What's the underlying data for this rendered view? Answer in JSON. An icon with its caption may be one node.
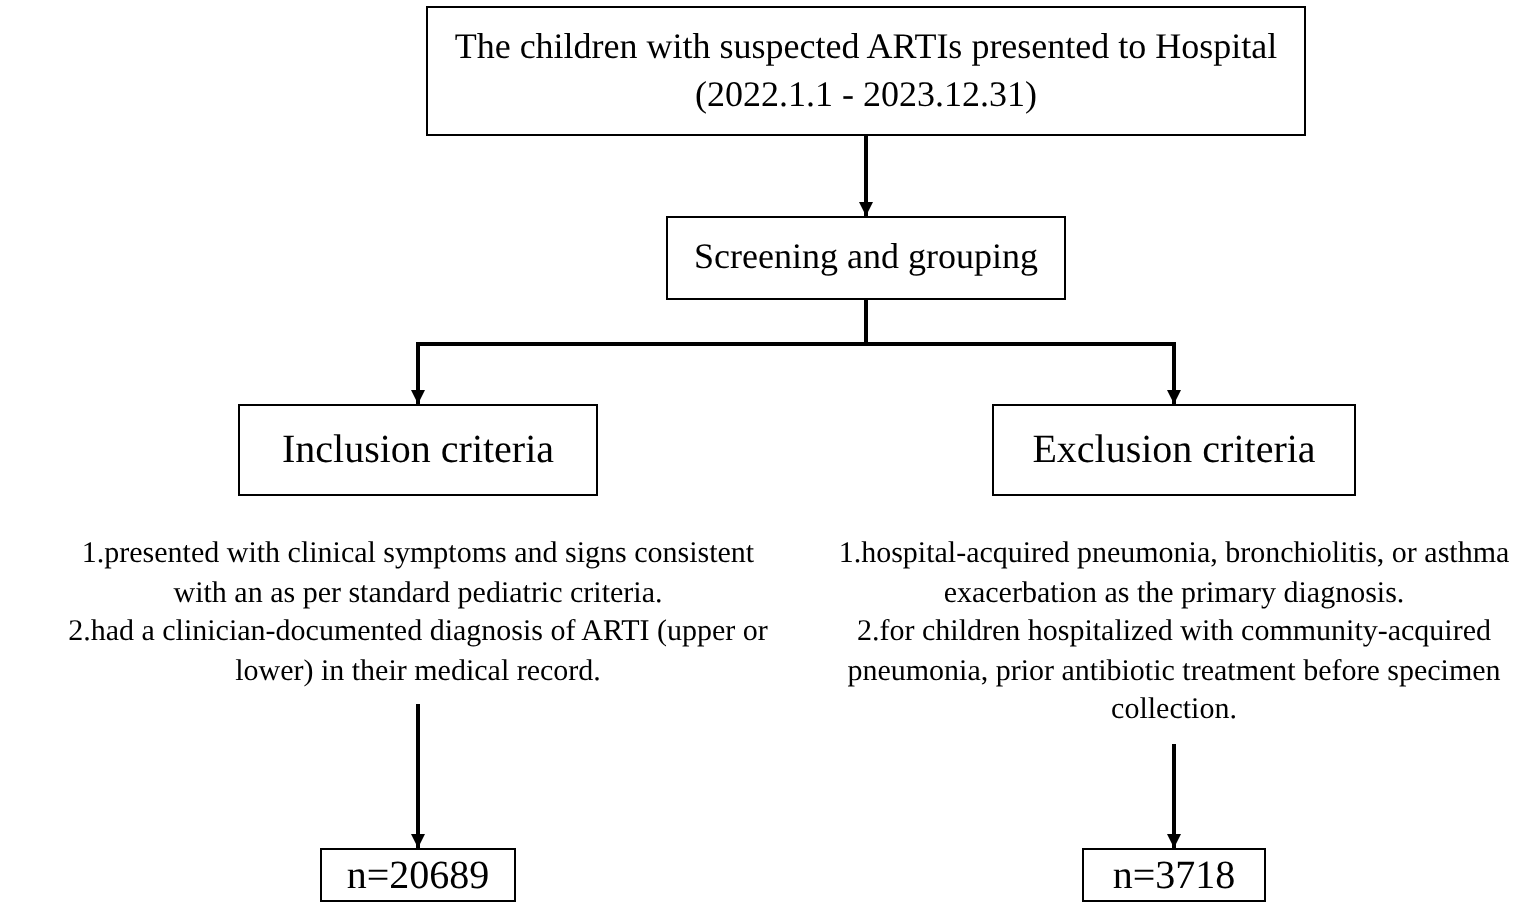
{
  "diagram": {
    "nodes": [
      {
        "text": [
          "The children with suspected ARTIs presented to Hospital",
          "(2022.1.1 - 2023.12.31)"
        ]
      },
      {
        "text": [
          "Screening and grouping"
        ]
      },
      {
        "text": [
          "Inclusion criteria"
        ]
      },
      {
        "text": [
          "Exclusion criteria"
        ]
      },
      {
        "text": [
          "1.presented with clinical symptoms and signs consistent with an as per standard pediatric criteria.",
          "2.had a clinician-documented diagnosis of ARTI (upper or lower) in their medical record."
        ]
      },
      {
        "text": [
          "1.hospital-acquired pneumonia, bronchiolitis, or asthma exacerbation as the primary diagnosis.",
          "2.for children hospitalized with community-acquired pneumonia, prior antibiotic treatment before specimen collection."
        ]
      },
      {
        "text": [
          "n=20689"
        ]
      },
      {
        "text": [
          "n=3718"
        ]
      }
    ],
    "edges": [
      {
        "from": 0,
        "to": 1,
        "arrow": "to"
      },
      {
        "from": 1,
        "to": 2,
        "arrow": "to"
      },
      {
        "from": 1,
        "to": 3,
        "arrow": "to"
      },
      {
        "from": 4,
        "to": 6,
        "arrow": "to"
      },
      {
        "from": 5,
        "to": 7,
        "arrow": "to"
      }
    ]
  }
}
